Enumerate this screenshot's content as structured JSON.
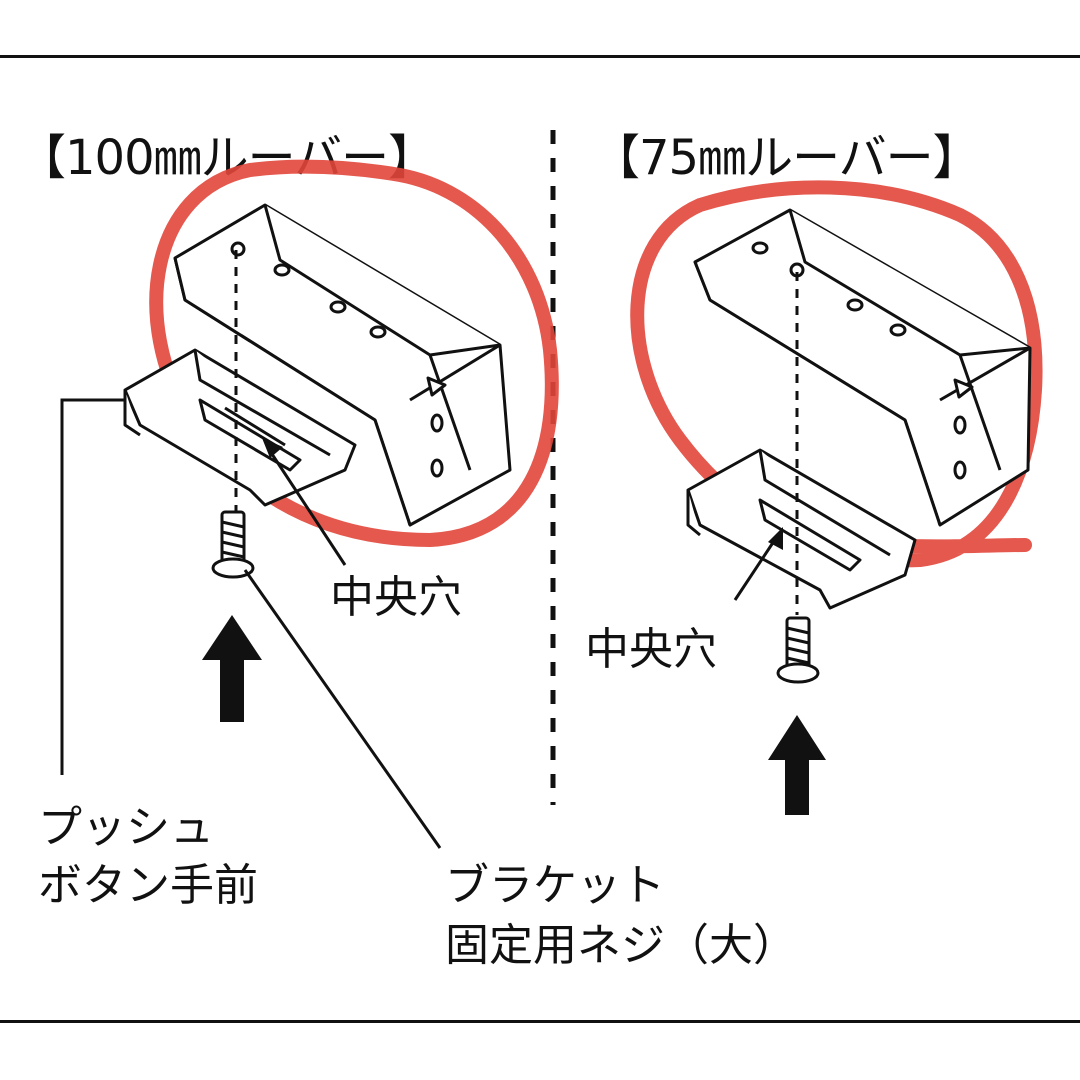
{
  "headings": {
    "left": "【100㎜ルーバー】",
    "right": "【75㎜ルーバー】"
  },
  "labels": {
    "center_hole_left": "中央穴",
    "center_hole_right": "中央穴",
    "push_button_line1": "プッシュ",
    "push_button_line2": "ボタン手前",
    "screw_line1": "ブラケット",
    "screw_line2": "固定用ネジ（大）"
  },
  "colors": {
    "highlight": "#e2463b",
    "line": "#111111"
  }
}
